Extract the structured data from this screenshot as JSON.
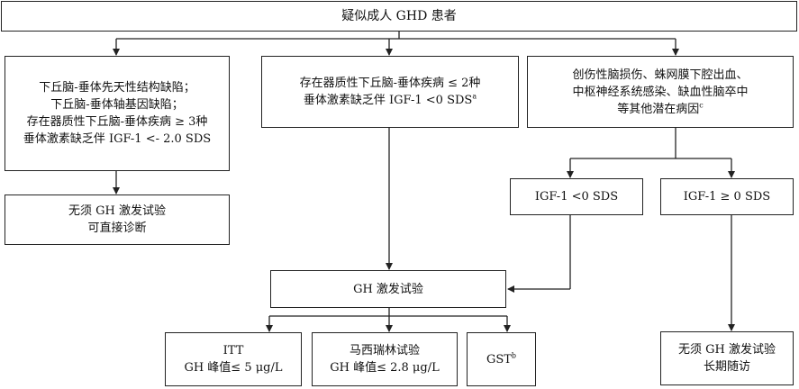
{
  "flowchart": {
    "root": {
      "label": "疑似成人 GHD 患者"
    },
    "left_criteria": {
      "lines": [
        "下丘脑-垂体先天性结构缺陷；",
        "下丘脑-垂体轴基因缺陷；",
        "存在器质性下丘脑-垂体疾病 ≥ 3种",
        "垂体激素缺乏伴 IGF-1 <- 2.0 SDS"
      ]
    },
    "left_outcome": {
      "lines": [
        "无须 GH 激发试验",
        "可直接诊断"
      ]
    },
    "middle_criteria": {
      "line1": "存在器质性下丘脑-垂体疾病 ≤ 2种",
      "line2": "垂体激素缺乏伴 IGF-1 <0 SDS",
      "line2_sup": "a"
    },
    "right_criteria": {
      "line1": "创伤性脑损伤、蛛网膜下腔出血、",
      "line2": "中枢神经系统感染、缺血性脑卒中",
      "line3": "等其他潜在病因",
      "line3_sup": "c"
    },
    "igf_low": {
      "label": "IGF-1 <0 SDS"
    },
    "igf_high": {
      "label": "IGF-1 ≥ 0 SDS"
    },
    "gh_test": {
      "label": "GH 激发试验"
    },
    "itt": {
      "title": "ITT",
      "threshold": "GH 峰值≤ 5 μg/L"
    },
    "macimorelin": {
      "title": "马西瑞林试验",
      "threshold": "GH 峰值≤ 2.8 μg/L"
    },
    "gst": {
      "label": "GST",
      "sup": "b"
    },
    "right_outcome": {
      "lines": [
        "无须 GH 激发试验",
        "长期随访"
      ]
    }
  }
}
